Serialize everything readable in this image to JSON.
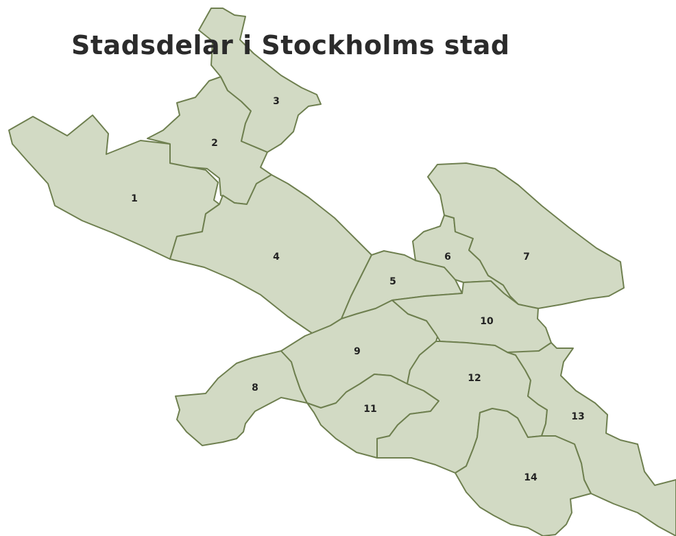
{
  "map": {
    "title": "Stadsdelar i Stockholms stad",
    "colors": {
      "district_fill": "#d2dac4",
      "district_border": "#6e7f4f",
      "label_text": "#222222",
      "title_text": "#2b2b2b"
    },
    "districts": [
      {
        "id": "1",
        "label": "1"
      },
      {
        "id": "2",
        "label": "2"
      },
      {
        "id": "3",
        "label": "3"
      },
      {
        "id": "4",
        "label": "4"
      },
      {
        "id": "5",
        "label": "5"
      },
      {
        "id": "6",
        "label": "6"
      },
      {
        "id": "7",
        "label": "7"
      },
      {
        "id": "8",
        "label": "8"
      },
      {
        "id": "9",
        "label": "9"
      },
      {
        "id": "10",
        "label": "10"
      },
      {
        "id": "11",
        "label": "11"
      },
      {
        "id": "12",
        "label": "12"
      },
      {
        "id": "13",
        "label": "13"
      },
      {
        "id": "14",
        "label": "14"
      }
    ]
  }
}
